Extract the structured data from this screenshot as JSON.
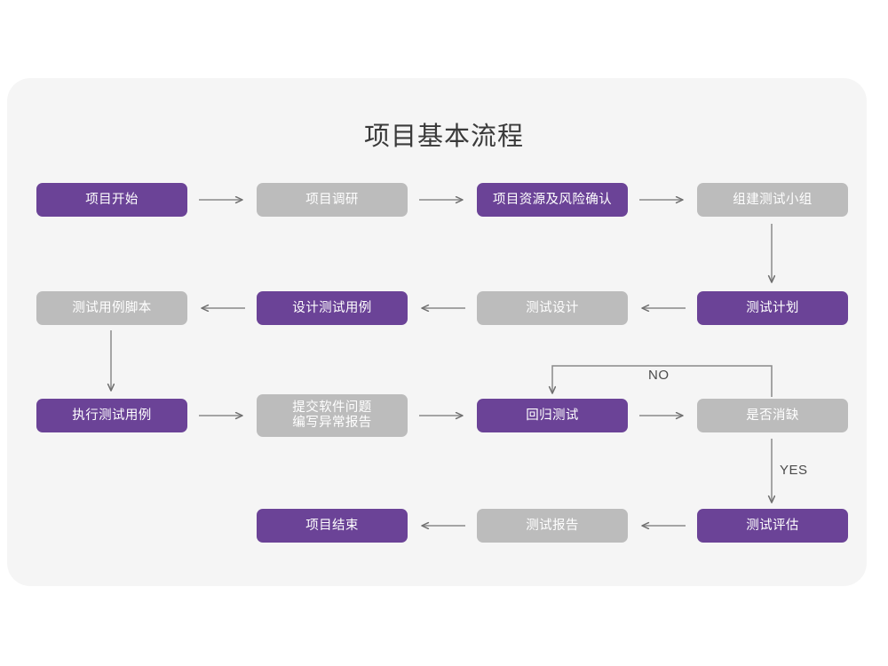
{
  "title": "项目基本流程",
  "colors": {
    "purple": "#6b4397",
    "gray": "#bcbcbc",
    "card_bg": "#f5f5f5",
    "page_bg": "#ffffff",
    "connector": "#7d7d7d",
    "title_text": "#3a3a3a",
    "node_text": "#ffffff"
  },
  "nodes": {
    "n1": {
      "label": "项目开始",
      "style": "purple"
    },
    "n2": {
      "label": "项目调研",
      "style": "gray"
    },
    "n3": {
      "label": "项目资源及风险确认",
      "style": "purple"
    },
    "n4": {
      "label": "组建测试小组",
      "style": "gray"
    },
    "n5": {
      "label": "测试计划",
      "style": "purple"
    },
    "n6": {
      "label": "测试设计",
      "style": "gray"
    },
    "n7": {
      "label": "设计测试用例",
      "style": "purple"
    },
    "n8": {
      "label": "测试用例脚本",
      "style": "gray"
    },
    "n9": {
      "label": "执行测试用例",
      "style": "purple"
    },
    "n10": {
      "label": "提交软件问题\n编写异常报告",
      "style": "gray"
    },
    "n11": {
      "label": "回归测试",
      "style": "purple"
    },
    "n12": {
      "label": "是否消缺",
      "style": "gray"
    },
    "n13": {
      "label": "测试评估",
      "style": "purple"
    },
    "n14": {
      "label": "测试报告",
      "style": "gray"
    },
    "n15": {
      "label": "项目结束",
      "style": "purple"
    }
  },
  "edge_labels": {
    "no": "NO",
    "yes": "YES"
  }
}
